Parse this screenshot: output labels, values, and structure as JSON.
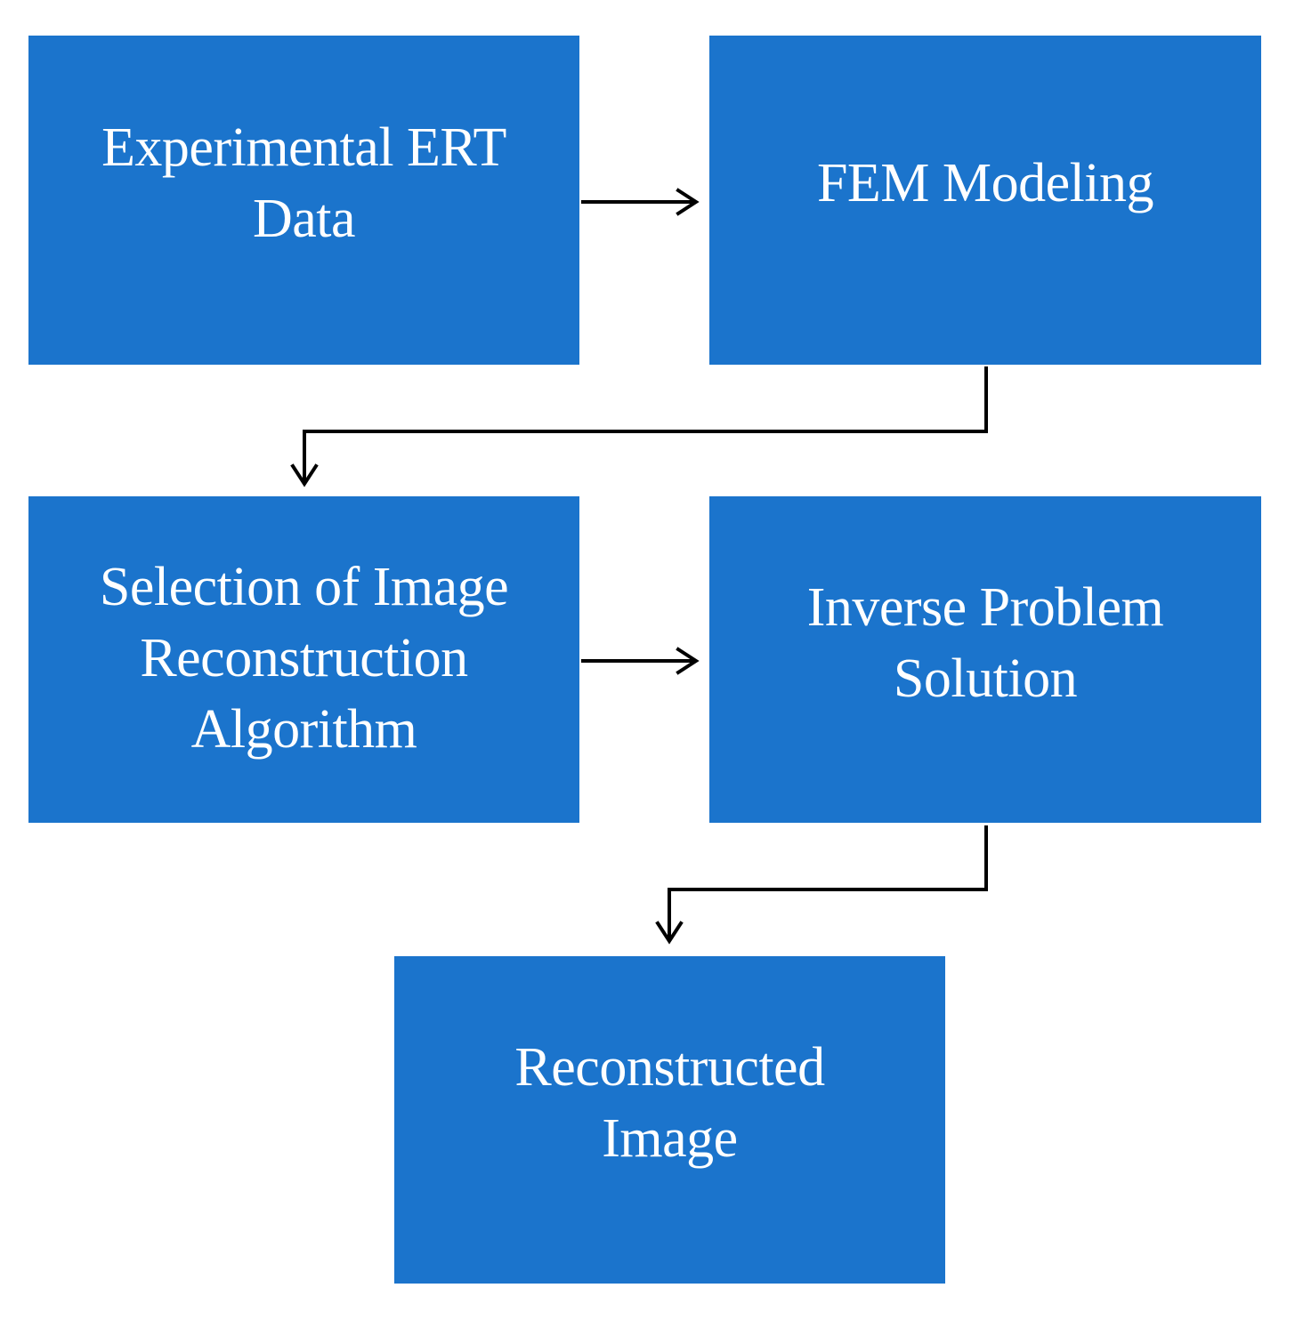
{
  "diagram": {
    "nodes": [
      {
        "id": "experimental_ert_data",
        "lines": [
          "Experimental ERT",
          "Data"
        ]
      },
      {
        "id": "fem_modeling",
        "lines": [
          "FEM Modeling"
        ]
      },
      {
        "id": "selection_algorithm",
        "lines": [
          "Selection of Image",
          "Reconstruction",
          "Algorithm"
        ]
      },
      {
        "id": "inverse_problem",
        "lines": [
          "Inverse Problem",
          "Solution"
        ]
      },
      {
        "id": "reconstructed_image",
        "lines": [
          "Reconstructed",
          "Image"
        ]
      }
    ],
    "edges": [
      {
        "from": "experimental_ert_data",
        "to": "fem_modeling"
      },
      {
        "from": "fem_modeling",
        "to": "selection_algorithm"
      },
      {
        "from": "selection_algorithm",
        "to": "inverse_problem"
      },
      {
        "from": "inverse_problem",
        "to": "reconstructed_image"
      }
    ],
    "box_color": "#1b74cc",
    "text_color": "#ffffff",
    "arrow_color": "#000000"
  }
}
